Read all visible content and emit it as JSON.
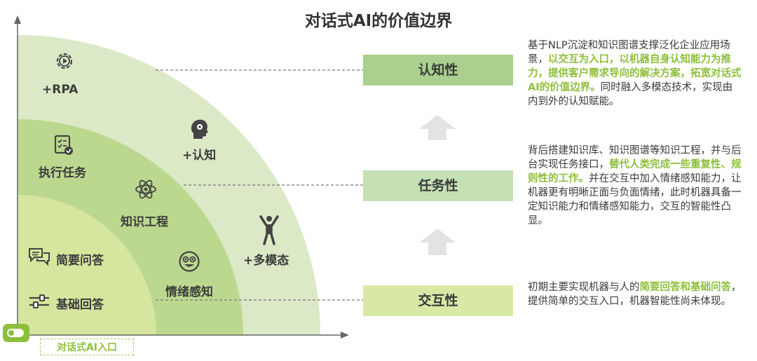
{
  "title": "对话式AI的价值边界",
  "entry_label": "对话式AI入口",
  "arcs": [
    {
      "items": [
        {
          "label": "+RPA",
          "icon": "gear-play-icon"
        },
        {
          "label": "+认知",
          "icon": "brain-head-icon"
        },
        {
          "label": "+多模态",
          "icon": "person-arms-up-icon"
        }
      ]
    },
    {
      "items": [
        {
          "label": "执行任务",
          "icon": "task-checklist-icon"
        },
        {
          "label": "知识工程",
          "icon": "atom-icon"
        },
        {
          "label": "情绪感知",
          "icon": "smiley-face-icon"
        }
      ]
    },
    {
      "items": [
        {
          "label": "简要问答",
          "icon": "chat-bubbles-icon"
        },
        {
          "label": "基础回答",
          "icon": "sliders-icon"
        }
      ]
    }
  ],
  "tiers": [
    {
      "label": "认知性",
      "color": "#a9d08e"
    },
    {
      "label": "任务性",
      "color": "#c5e0b4"
    },
    {
      "label": "交互性",
      "color": "#d8e9a6"
    }
  ],
  "descriptions": {
    "cognitive": {
      "t1": "基于NLP沉淀和知识图谱支撑泛化企业应用场景，",
      "hl": "以交互为入口，以机器自身认知能力为推力，提供客户需求导向的解决方案，拓宽对话式AI的价值边界。",
      "t2": "同时融入多模态技术，实现由内到外的认知赋能。"
    },
    "task": {
      "t1": "背后搭建知识库、知识图谱等知识工程，并与后台实现任务接口，",
      "hl": "替代人类完成一些重复性、规则性的工作。",
      "t2": "并在交互中加入情绪感知能力，让机器更有明晰正面与负面情绪，此时机器具备一定知识能力和情绪感知能力，交互的智能性凸显。"
    },
    "interaction": {
      "t1": "初期主要实现机器与人的",
      "hl": "简要回答和基础问答",
      "t2": "，提供简单的交互入口，机器智能性尚未体现。"
    }
  },
  "colors": {
    "outer_arc": "#dbe9c6",
    "middle_arc": "#bcd88f",
    "inner_arc": "#d6e69e",
    "highlight": "#8dbf3a",
    "arrow": "#e3e3e3"
  }
}
